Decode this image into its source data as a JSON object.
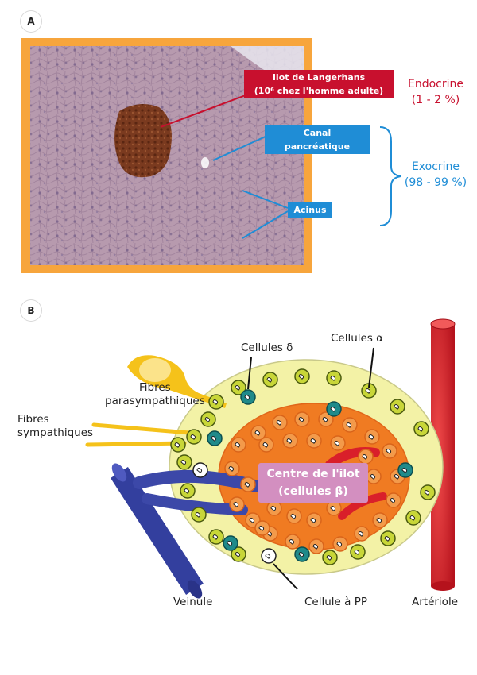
{
  "panel_a": {
    "badge": "A",
    "islet_label_line1": "Ilot de Langerhans",
    "islet_label_line2": "(10⁶ chez l'homme adulte)",
    "duct_label": "Canal pancréatique",
    "acinus_label": "Acinus",
    "endocrine_title": "Endocrine",
    "endocrine_pct": "(1 - 2 %)",
    "exocrine_title": "Exocrine",
    "exocrine_pct": "(98 - 99 %)"
  },
  "panel_b": {
    "badge": "B",
    "delta_cells": "Cellules δ",
    "alpha_cells": "Cellules α",
    "parasympathetic_line1": "Fibres",
    "parasympathetic_line2": "parasympathiques",
    "sympathetic_line1": "Fibres",
    "sympathetic_line2": "sympathiques",
    "center_line1": "Centre de l'ilot",
    "center_line2": "(cellules β)",
    "venule": "Veinule",
    "pp_cell": "Cellule à PP",
    "arteriole": "Artériole"
  },
  "colors": {
    "frame_orange": "#f7a53c",
    "endocrine_red": "#c8102e",
    "exocrine_blue": "#1f8dd6",
    "islet_yellow": "#f3f2a6",
    "beta_orange": "#f07b22",
    "arteriole_red": "#d91f2a",
    "venule_blue": "#333f9e",
    "nerve_yellow": "#f5c21a",
    "center_label_pink": "#d38fc0"
  }
}
